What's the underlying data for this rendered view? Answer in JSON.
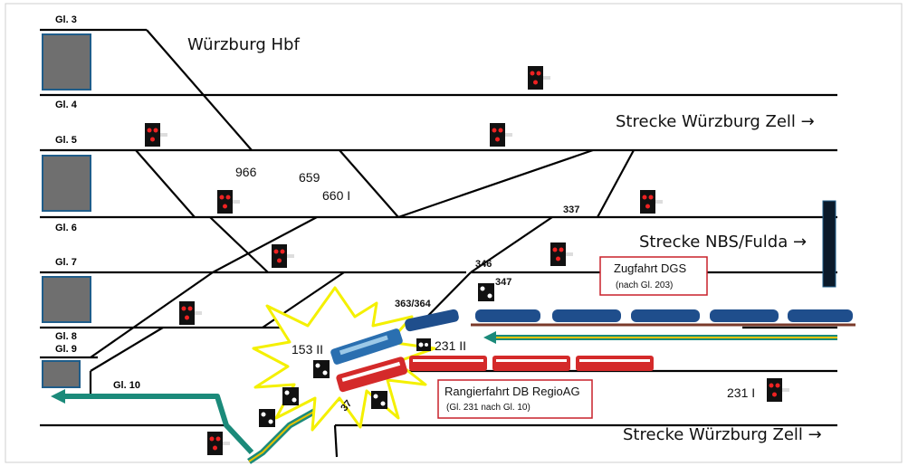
{
  "title": "Würzburg Hbf",
  "tracks": {
    "gl3": "Gl. 3",
    "gl4": "Gl. 4",
    "gl5": "Gl. 5",
    "gl6": "Gl. 6",
    "gl7": "Gl. 7",
    "gl8": "Gl. 8",
    "gl9": "Gl. 9",
    "gl10": "Gl. 10"
  },
  "routes": {
    "zell_top": "Strecke Würzburg Zell →",
    "nbs_fulda": "Strecke NBS/Fulda →",
    "zell_bottom": "Strecke Würzburg Zell →"
  },
  "switches": {
    "s966": "966",
    "s659": "659",
    "s660": "660 I",
    "s337": "337",
    "s346": "346",
    "s347": "347",
    "s363": "363/364",
    "s153": "153 II",
    "s231ii": "231 II",
    "s231i": "231 I",
    "s37": "37"
  },
  "boxes": {
    "dgs_line1": "Zugfahrt DGS",
    "dgs_line2": "(nach Gl. 203)",
    "regio_line1": "Rangierfahrt DB RegioAG",
    "regio_line2": "(Gl. 231 nach Gl. 10)"
  },
  "colors": {
    "freight": "#1f4e8c",
    "regio": "#d42a2a",
    "path_teal": "#1b8a7a",
    "path_yellow": "#e8c200",
    "box_border": "#c8202a",
    "platform": "#6f6f6f",
    "platform_border": "#1f5d8a",
    "burst": "#f4f000"
  }
}
